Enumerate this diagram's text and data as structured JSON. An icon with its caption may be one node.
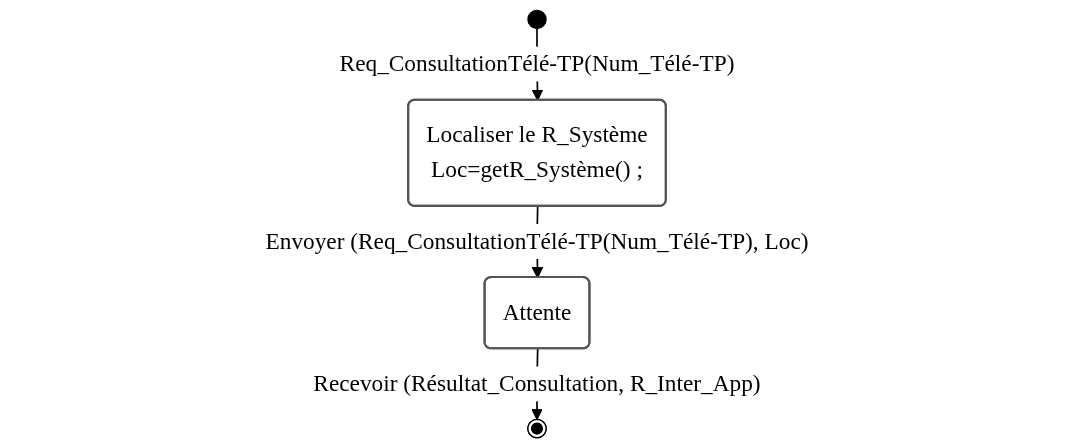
{
  "diagram": {
    "nodes": [
      {
        "text": [],
        "shape": "circle"
      },
      {
        "text": [
          "Localiser le R_Système",
          "Loc=getR_Système() ;"
        ]
      },
      {
        "text": [
          "Attente"
        ]
      },
      {
        "text": [],
        "shape": "bullseye"
      }
    ],
    "edges": [
      {
        "from": 0,
        "to": 1,
        "arrow": "to",
        "label": "Req_ConsultationTélé-TP(Num_Télé-TP)"
      },
      {
        "from": 1,
        "to": 2,
        "arrow": "to",
        "label": "Envoyer (Req_ConsultationTélé-TP(Num_Télé-TP), Loc)"
      },
      {
        "from": 2,
        "to": 3,
        "arrow": "to",
        "label": "Recevoir (Résultat_Consultation, R_Inter_App)"
      }
    ]
  }
}
